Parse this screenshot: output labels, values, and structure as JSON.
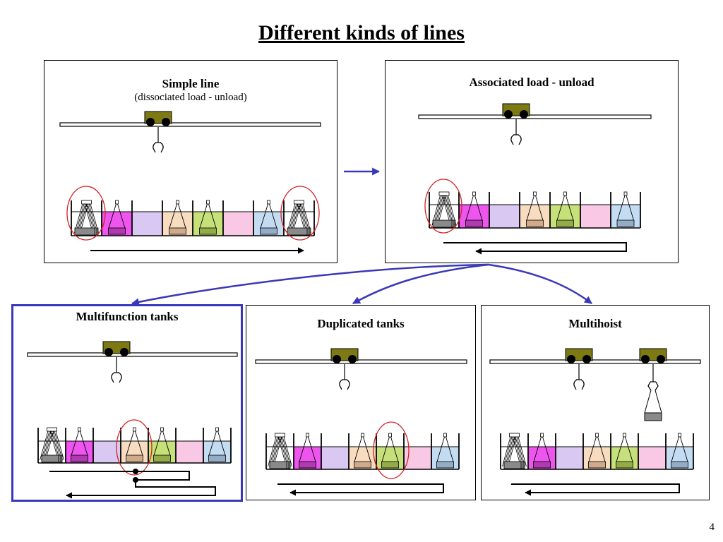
{
  "slide": {
    "title": "Different kinds of lines",
    "page_number": "4"
  },
  "panels": {
    "simple": {
      "title": "Simple line",
      "subtitle": "(dissociated load - unload)"
    },
    "associated": {
      "title": "Associated load - unload"
    },
    "multifunction": {
      "title": "Multifunction tanks"
    },
    "duplicated": {
      "title": "Duplicated tanks"
    },
    "multihoist": {
      "title": "Multihoist"
    }
  },
  "colors": {
    "rail": "#ffffff",
    "hoist_body": "#7d7a14",
    "wheel": "#000000",
    "highlight_circle": "#d62020",
    "flow_arrow": "#3a38b8",
    "tank_magenta": "#ee55ee",
    "tank_lavender": "#d8c8f2",
    "tank_peach": "#f8dcc0",
    "tank_green": "#c6e07a",
    "tank_pink": "#f8c8e4",
    "tank_blue": "#c4dcf2",
    "part_grey": "#8a8a8a"
  },
  "tank_sequences": {
    "simple": [
      "loadunload",
      "magenta",
      "lavender",
      "peach",
      "green",
      "pink",
      "blue",
      "loadunload"
    ],
    "standard": [
      "loadunload",
      "magenta",
      "lavender",
      "peach",
      "green",
      "pink",
      "blue"
    ],
    "duplicated": [
      "loadunload",
      "magenta",
      "lavender",
      "peach",
      "green",
      "pink",
      "blue"
    ]
  }
}
